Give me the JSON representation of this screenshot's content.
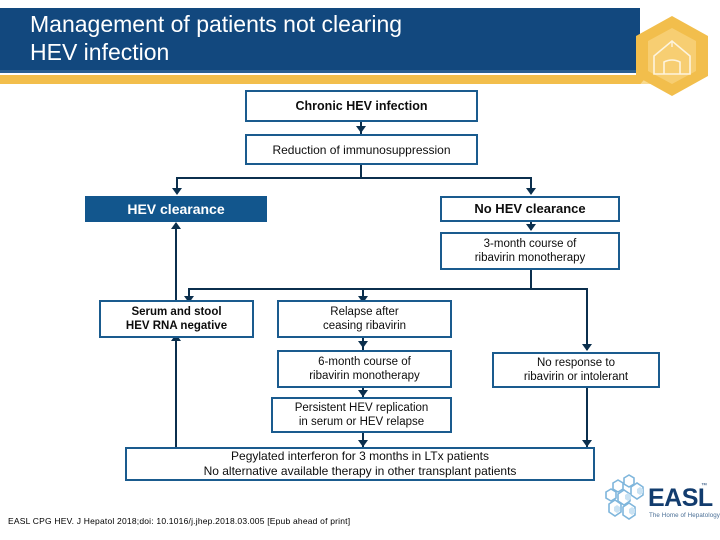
{
  "header": {
    "title": "Management of patients not clearing HEV infection",
    "title_line1": "Management of patients not clearing",
    "title_line2": "HEV infection",
    "band_color": "#12487E",
    "accent_color": "#F2BE4C",
    "logo_icon": "hexagon-house-icon"
  },
  "flowchart": {
    "box_border_color": "#1A5B8E",
    "filled_box_color": "#12568D",
    "nodes": [
      {
        "id": "chronic",
        "label": "Chronic HEV infection",
        "lines": [
          "Chronic HEV infection"
        ],
        "style": "outline-bold"
      },
      {
        "id": "reduction",
        "label": "Reduction of immunosuppression",
        "lines": [
          "Reduction of immunosuppression"
        ],
        "style": "outline"
      },
      {
        "id": "clearance",
        "label": "HEV clearance",
        "lines": [
          "HEV clearance"
        ],
        "style": "filled"
      },
      {
        "id": "no-clearance",
        "label": "No HEV clearance",
        "lines": [
          "No HEV clearance"
        ],
        "style": "outline-bold"
      },
      {
        "id": "three-month",
        "label": "3-month course of ribavirin monotherapy",
        "lines": [
          "3-month course of",
          "ribavirin monotherapy"
        ],
        "style": "outline"
      },
      {
        "id": "serum-stool",
        "label": "Serum and stool HEV RNA negative",
        "lines": [
          "Serum and stool",
          "HEV RNA negative"
        ],
        "style": "outline-bold"
      },
      {
        "id": "relapse",
        "label": "Relapse after ceasing ribavirin",
        "lines": [
          "Relapse after",
          "ceasing ribavirin"
        ],
        "style": "outline"
      },
      {
        "id": "six-month",
        "label": "6-month course of ribavirin monotherapy",
        "lines": [
          "6-month course of",
          "ribavirin monotherapy"
        ],
        "style": "outline"
      },
      {
        "id": "no-response",
        "label": "No response to ribavirin or intolerant",
        "lines": [
          "No response to",
          "ribavirin or intolerant"
        ],
        "style": "outline"
      },
      {
        "id": "persistent",
        "label": "Persistent HEV replication in serum or HEV relapse",
        "lines": [
          "Persistent HEV replication",
          "in serum or HEV relapse"
        ],
        "style": "outline"
      },
      {
        "id": "peg-interferon",
        "label": "Pegylated interferon for 3 months in LTx patients / No alternative available therapy in other transplant patients",
        "lines": [
          "Pegylated interferon for 3 months in LTx patients",
          "No alternative available therapy in other transplant patients"
        ],
        "style": "outline"
      }
    ]
  },
  "footer": {
    "citation": "EASL CPG HEV. J Hepatol 2018;doi: 10.1016/j.jhep.2018.03.005 [Epub ahead of print]",
    "logo_word": "EASL",
    "logo_tm": "™",
    "logo_tagline": "The Home of Hepatology",
    "logo_icon": "easl-cells-icon"
  }
}
